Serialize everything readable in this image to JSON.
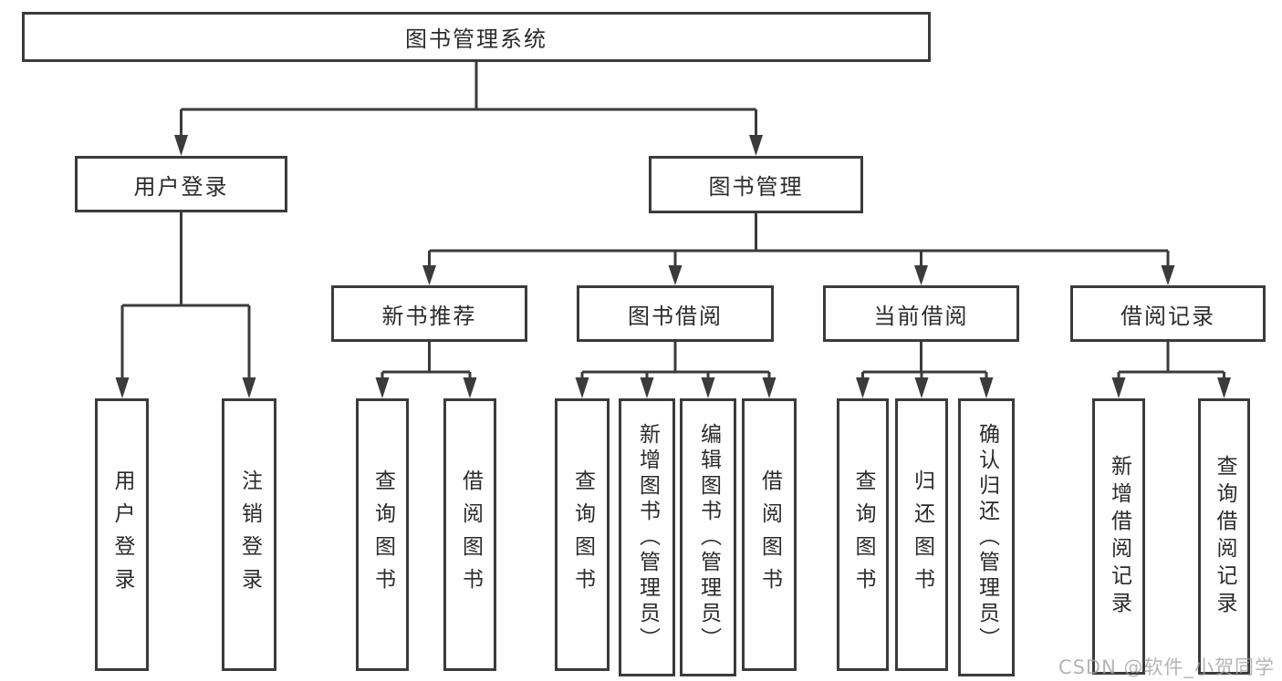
{
  "diagram": {
    "tree": {
      "root": {
        "label": "图书管理系统",
        "children": [
          {
            "label": "用户登录",
            "children": [
              {
                "label": "用户登录"
              },
              {
                "label": "注销登录"
              }
            ]
          },
          {
            "label": "图书管理",
            "children": [
              {
                "label": "新书推荐",
                "children": [
                  {
                    "label": "查询图书"
                  },
                  {
                    "label": "借阅图书"
                  }
                ]
              },
              {
                "label": "图书借阅",
                "children": [
                  {
                    "label": "查询图书"
                  },
                  {
                    "label": "新增图书（管理员）"
                  },
                  {
                    "label": "编辑图书（管理员）"
                  },
                  {
                    "label": "借阅图书"
                  }
                ]
              },
              {
                "label": "当前借阅",
                "children": [
                  {
                    "label": "查询图书"
                  },
                  {
                    "label": "归还图书"
                  },
                  {
                    "label": "确认归还（管理员）"
                  }
                ]
              },
              {
                "label": "借阅记录",
                "children": [
                  {
                    "label": "新增借阅记录"
                  },
                  {
                    "label": "查询借阅记录"
                  }
                ]
              }
            ]
          }
        ]
      }
    },
    "colors": {
      "line": "#3b3b3b",
      "box_border": "#3b3b3b",
      "box_fill": "#ffffff",
      "text": "#2b2b2b",
      "background": "#ffffff",
      "watermark": "#a2a2a2"
    }
  },
  "watermark": {
    "text": "CSDN @软件_小贺同学"
  }
}
